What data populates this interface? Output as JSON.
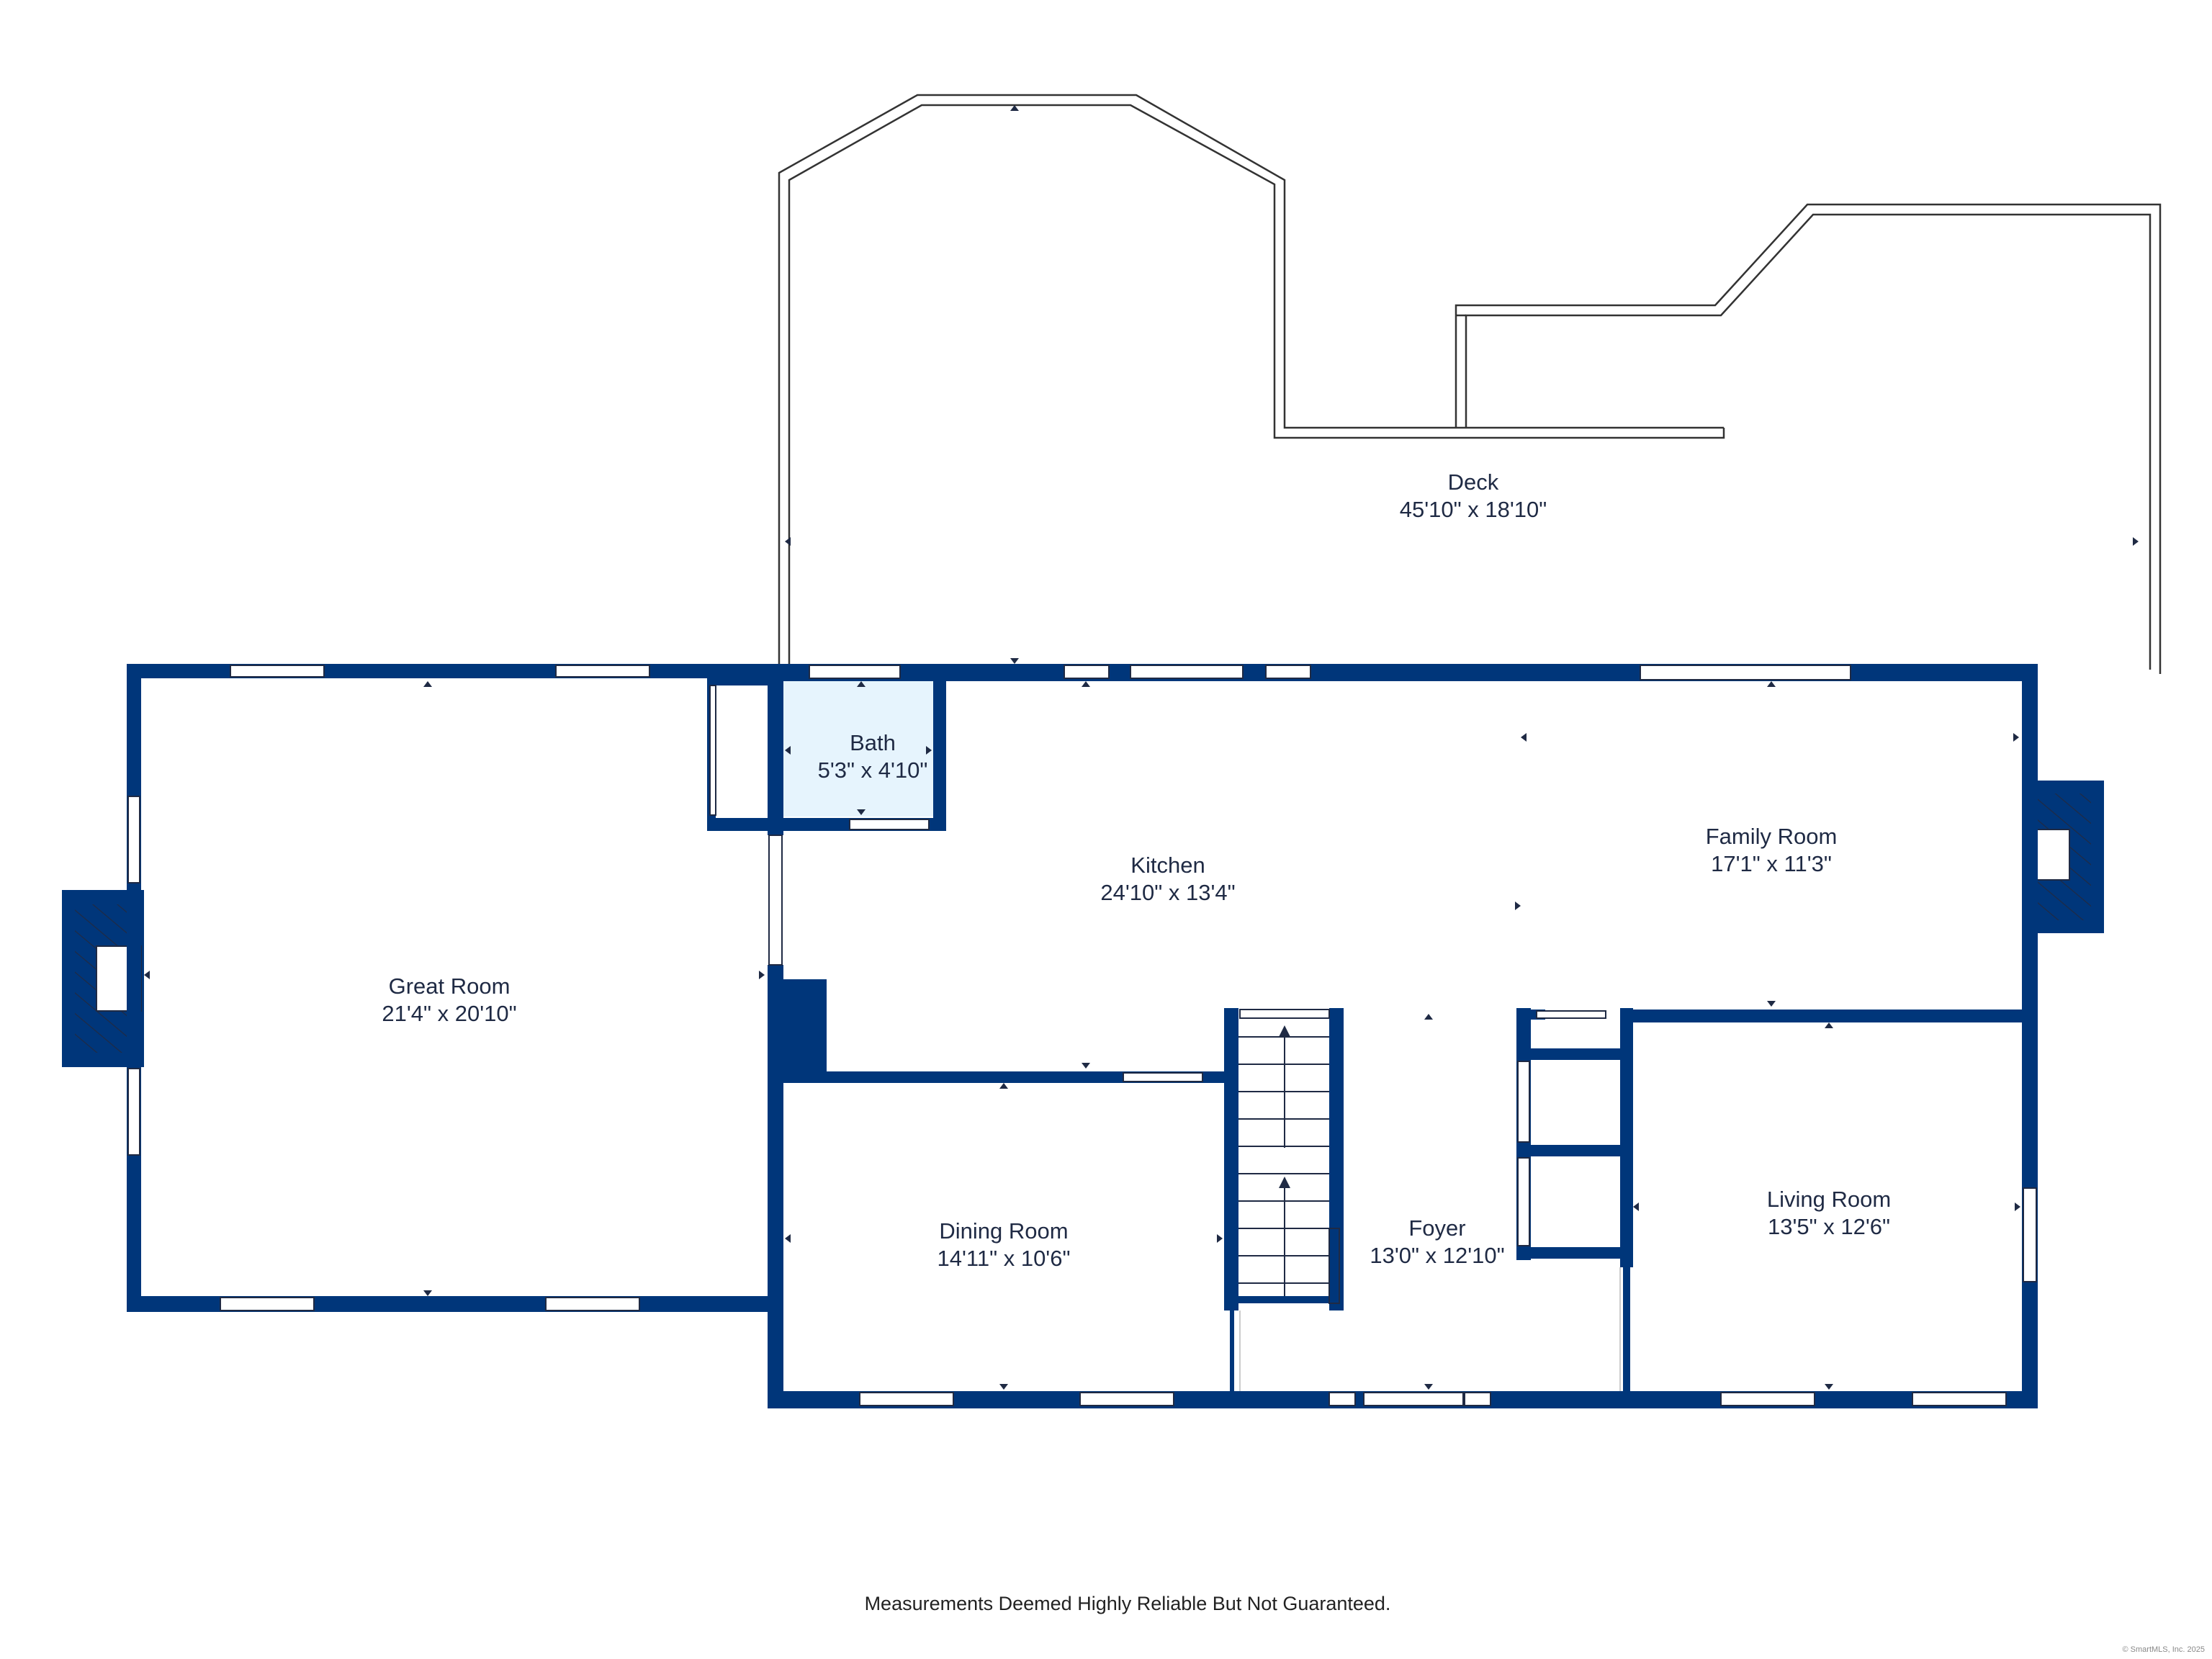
{
  "colors": {
    "wall": "#00367a",
    "bath_fill": "#e6f4fd",
    "text": "#1f2a44",
    "deck_line": "#333333"
  },
  "rooms": {
    "deck": {
      "name": "Deck",
      "dims": "45'10\" x 18'10\""
    },
    "bath": {
      "name": "Bath",
      "dims": "5'3\" x 4'10\""
    },
    "kitchen": {
      "name": "Kitchen",
      "dims": "24'10\" x 13'4\""
    },
    "family_room": {
      "name": "Family Room",
      "dims": "17'1\" x 11'3\""
    },
    "great_room": {
      "name": "Great Room",
      "dims": "21'4\" x 20'10\""
    },
    "dining_room": {
      "name": "Dining Room",
      "dims": "14'11\" x 10'6\""
    },
    "foyer": {
      "name": "Foyer",
      "dims": "13'0\" x 12'10\""
    },
    "living_room": {
      "name": "Living Room",
      "dims": "13'5\" x 12'6\""
    }
  },
  "footer": {
    "disclaimer": "Measurements Deemed Highly Reliable But Not Guaranteed.",
    "credit": "© SmartMLS, Inc. 2025"
  }
}
